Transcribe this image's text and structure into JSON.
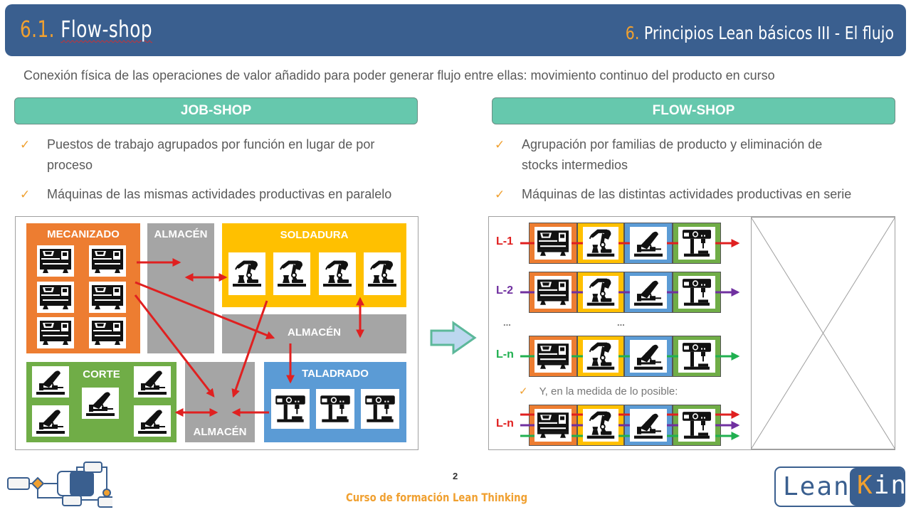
{
  "header": {
    "title_number": "6.1.",
    "title_text": "Flow-shop",
    "section_number": "6.",
    "section_text": "Principios Lean básicos III - El flujo"
  },
  "subtitle": "Conexión física de las operaciones de valor añadido para poder generar flujo entre ellas: movimiento continuo del producto en curso",
  "job_shop": {
    "header": "JOB-SHOP",
    "bullets": [
      {
        "line1": "Puestos de trabajo agrupados por función en lugar de por",
        "line2": "proceso"
      },
      {
        "line1": "Máquinas de las mismas actividades productivas en paralelo"
      }
    ],
    "zones": {
      "mecanizado": "MECANIZADO",
      "almacen_1": "ALMACÉN",
      "soldadura": "SOLDADURA",
      "almacen_2": "ALMACÉN",
      "corte": "CORTE",
      "almacen_3": "ALMACÉN",
      "taladrado": "TALADRADO"
    }
  },
  "flow_shop": {
    "header": "FLOW-SHOP",
    "bullets": [
      {
        "line1": "Agrupación por familias de producto y eliminación de",
        "line2": "stocks intermedios"
      },
      {
        "line1": "Máquinas de las distintas actividades productivas en serie"
      }
    ],
    "lines": [
      {
        "label": "L-1",
        "color": "#e02020"
      },
      {
        "label": "L-2",
        "color": "#7030a0"
      },
      {
        "label": "L-n",
        "color": "#20b050"
      },
      {
        "label": "L-n",
        "color": "#e02020"
      }
    ],
    "ellipsis": "...",
    "note": "Y, en la medida de lo posible:"
  },
  "colors": {
    "header_bg": "#3a5f8f",
    "accent": "#f0a030",
    "panel_header": "#66c8ad",
    "mecanizado": "#ed7d31",
    "soldadura": "#ffc000",
    "corte": "#70ad47",
    "taladrado": "#5b9bd5",
    "almacen": "#a5a5a5",
    "arrow": "#e02020"
  },
  "footer": {
    "page_number": "2",
    "course": "Curso de formación Lean Thinking",
    "logo_left": "Lean",
    "logo_k": "K",
    "logo_right": "in"
  }
}
